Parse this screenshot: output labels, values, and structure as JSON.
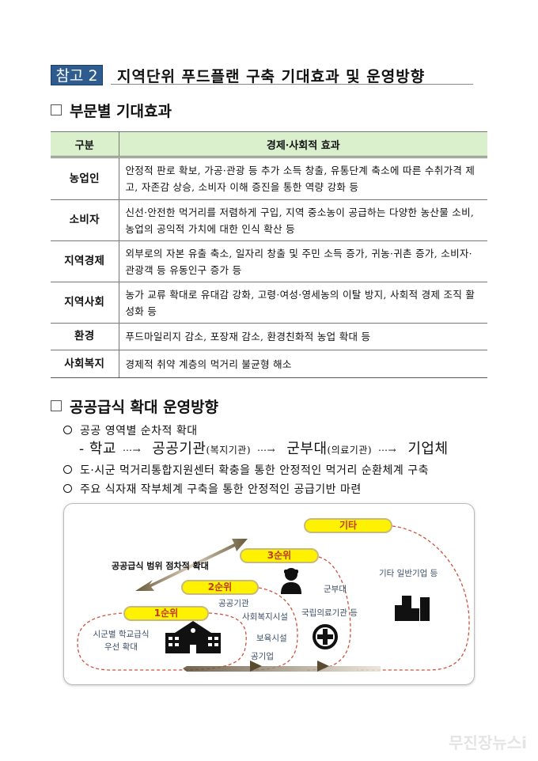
{
  "header": {
    "tag": "참고 2",
    "title": "지역단위 푸드플랜 구축 기대효과 및 운영방향"
  },
  "section1": {
    "title": "부문별 기대효과"
  },
  "table": {
    "headers": [
      "구분",
      "경제·사회적 효과"
    ],
    "rows": [
      {
        "category": "농업인",
        "effect": "안정적 판로 확보, 가공·관광 등 추가 소득 창출, 유통단계 축소에 따른 수취가격 제고, 자존감 상승, 소비자 이해 증진을 통한 역량 강화 등"
      },
      {
        "category": "소비자",
        "effect": "신선·안전한 먹거리를 저렴하게 구입, 지역 중소농이 공급하는 다양한 농산물 소비, 농업의 공익적 가치에 대한 인식 확산 등"
      },
      {
        "category": "지역경제",
        "effect": "외부로의 자본 유출 축소, 일자리 창출 및 주민 소득 증가, 귀농·귀촌 증가, 소비자·관광객 등 유동인구 증가 등"
      },
      {
        "category": "지역사회",
        "effect": "농가 교류 확대로 유대감 강화, 고령·여성·영세농의 이탈 방지, 사회적 경제 조직 활성화 등"
      },
      {
        "category": "환경",
        "effect": "푸드마일리지 감소, 포장재 감소, 환경친화적 농업 확대 등"
      },
      {
        "category": "사회복지",
        "effect": "경제적 취약 계층의 먹거리 불균형 해소"
      }
    ]
  },
  "section2": {
    "title": "공공급식 확대 운영방향",
    "bullets": [
      "공공 영역별 순차적 확대",
      "도·시군 먹거리통합지원센터 확충을 통한 안정적인 먹거리 순환체계 구축",
      "주요 식자재 작부체계 구축을 통한 안정적인 공급기반 마련"
    ],
    "sequence": {
      "dash": "-",
      "steps": [
        {
          "main": "학교",
          "sub": ""
        },
        {
          "main": "공공기관",
          "sub": "(복지기관)"
        },
        {
          "main": "군부대",
          "sub": "(의료기관)"
        },
        {
          "main": "기업체",
          "sub": ""
        }
      ],
      "arrow": "⋯→"
    }
  },
  "diagram": {
    "arrow_label": "공공급식 범위 점차적 확대",
    "tiers": [
      {
        "label": "1순위",
        "items": [
          "시군별 학교급식",
          "우선 확대"
        ]
      },
      {
        "label": "2순위",
        "items": [
          "공공기관",
          "사회복지시설",
          "보육시설",
          "공기업"
        ]
      },
      {
        "label": "3순위",
        "items": [
          "군부대",
          "국립의료기관 등"
        ]
      },
      {
        "label": "기타",
        "items": [
          "기타 일반기업 등"
        ]
      }
    ]
  },
  "watermark": "무진장뉴스i"
}
